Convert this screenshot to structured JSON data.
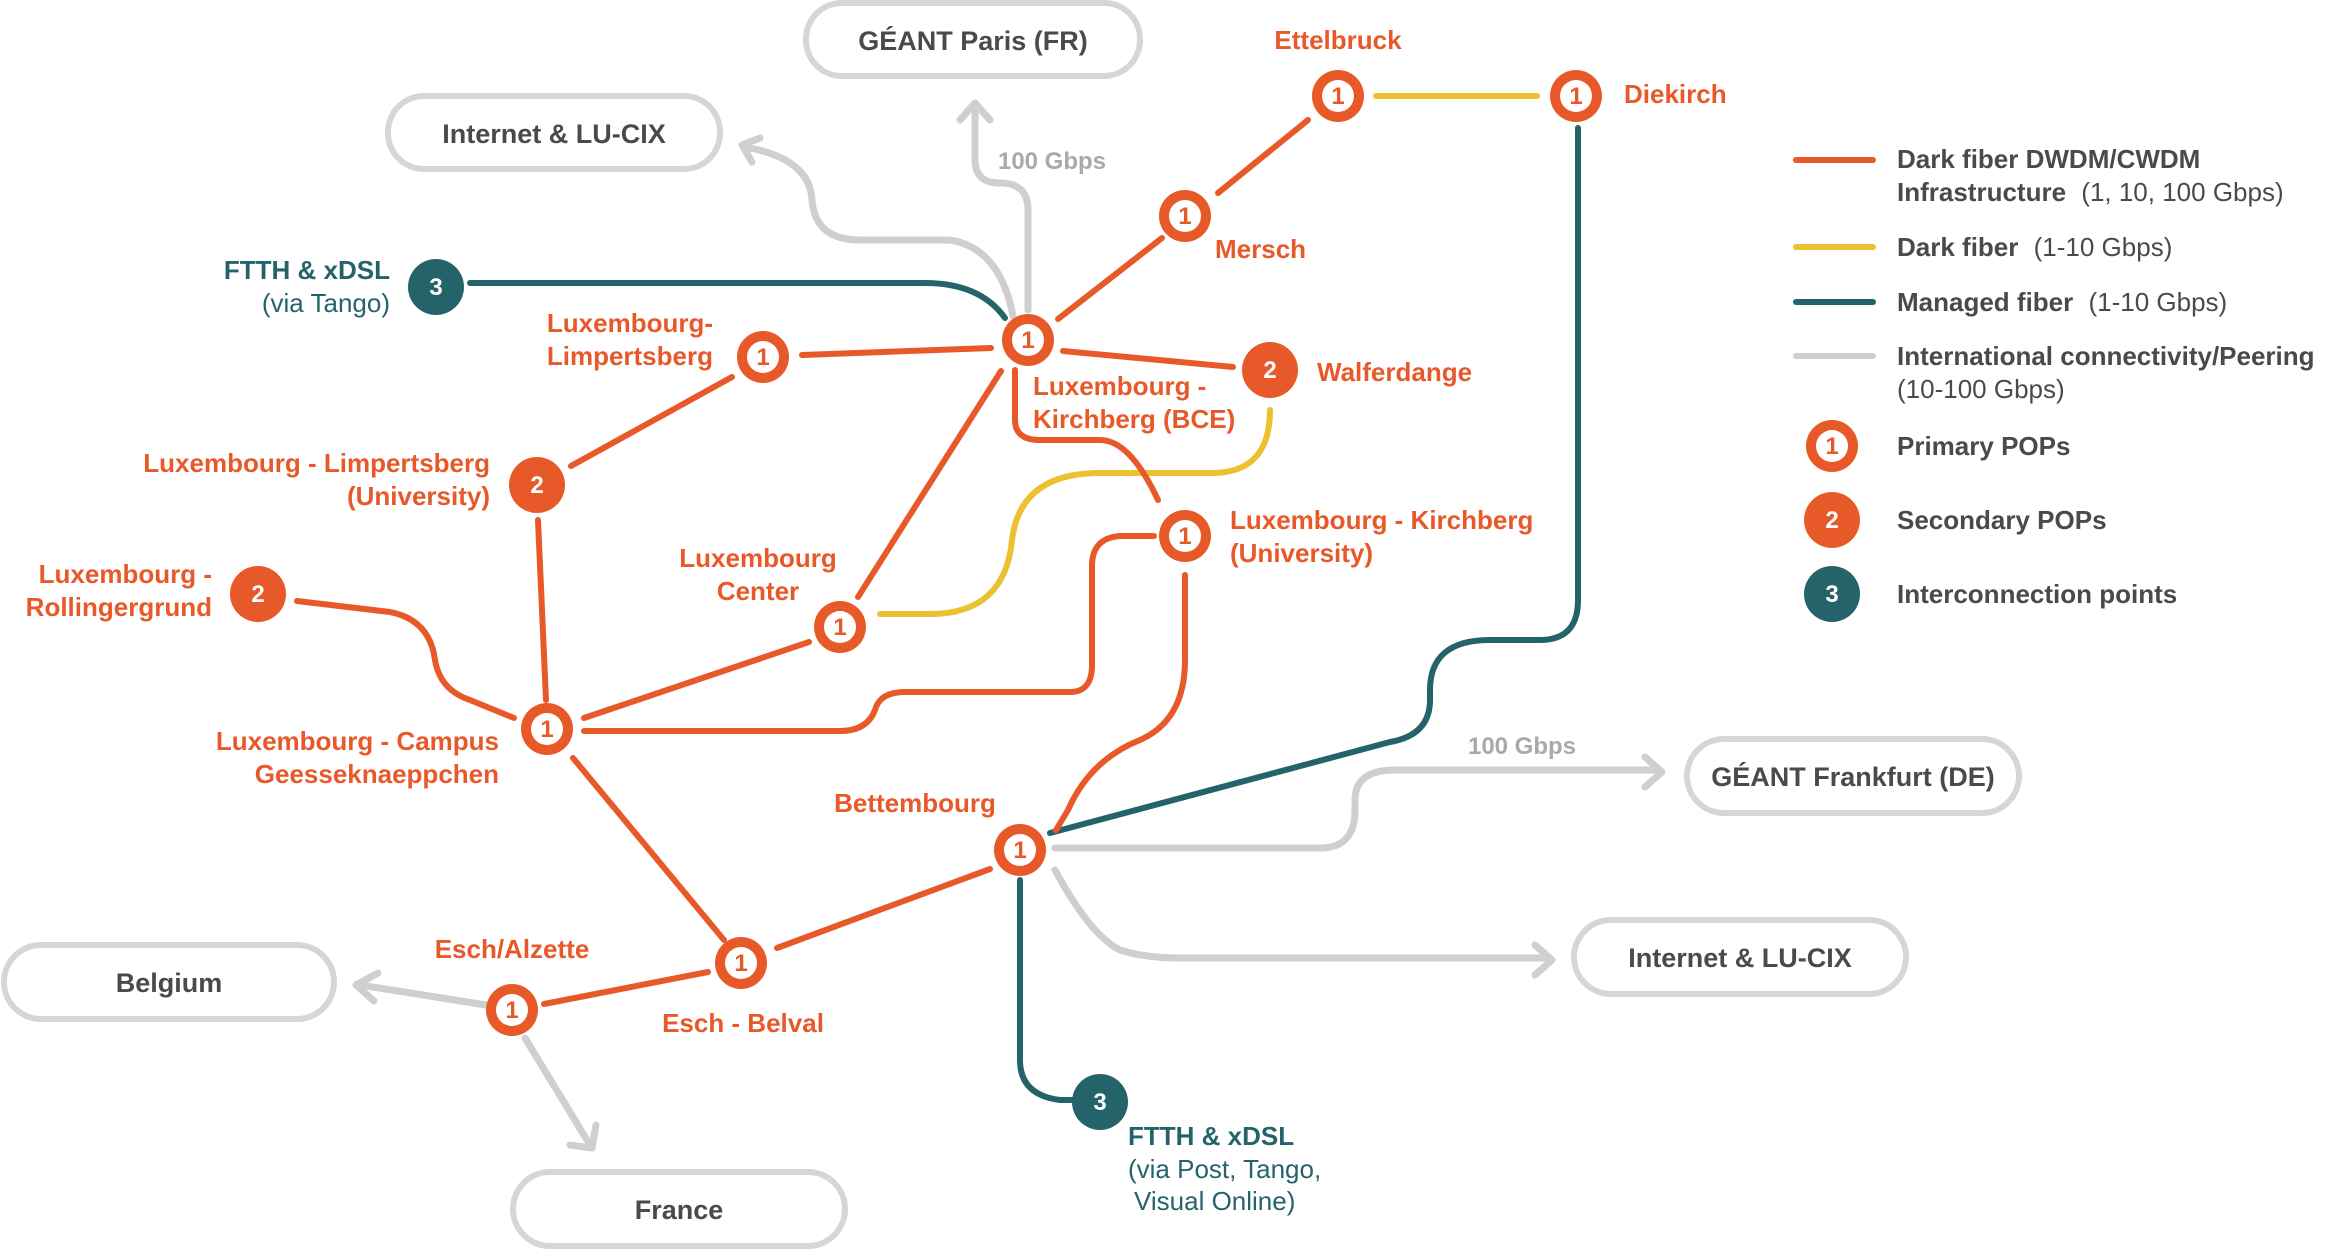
{
  "colors": {
    "dark_fiber_dwdm": "#e8592a",
    "dark_fiber": "#ecc130",
    "managed_fiber": "#25636a",
    "international": "#cfcfcf",
    "text_dark": "#4a4a4a"
  },
  "external_destinations": {
    "geant_paris": "GÉANT Paris (FR)",
    "internet_lucix_top": "Internet & LU-CIX",
    "geant_frankfurt": "GÉANT Frankfurt (DE)",
    "internet_lucix_bottom": "Internet & LU-CIX",
    "belgium": "Belgium",
    "france": "France"
  },
  "link_labels": {
    "paris_bandwidth": "100 Gbps",
    "frankfurt_bandwidth": "100 Gbps"
  },
  "nodes": {
    "ettelbruck": {
      "label": "Ettelbruck",
      "type": "1"
    },
    "diekirch": {
      "label": "Diekirch",
      "type": "1"
    },
    "mersch": {
      "label": "Mersch",
      "type": "1"
    },
    "kirchberg_bce": {
      "label_line1": "Luxembourg -",
      "label_line2": "Kirchberg (BCE)",
      "type": "1"
    },
    "walferdange": {
      "label": "Walferdange",
      "type": "2"
    },
    "limpertsberg": {
      "label_line1": "Luxembourg-",
      "label_line2": "Limpertsberg",
      "type": "1"
    },
    "limpertsberg_uni": {
      "label_line1": "Luxembourg - Limpertsberg",
      "label_line2": "(University)",
      "type": "2"
    },
    "rollingergrund": {
      "label_line1": "Luxembourg -",
      "label_line2": "Rollingergrund",
      "type": "2"
    },
    "center": {
      "label_line1": "Luxembourg",
      "label_line2": "Center",
      "type": "1"
    },
    "kirchberg_uni": {
      "label_line1": "Luxembourg - Kirchberg",
      "label_line2": "(University)",
      "type": "1"
    },
    "campus": {
      "label_line1": "Luxembourg - Campus",
      "label_line2": "Geesseknaeppchen",
      "type": "1"
    },
    "bettembourg": {
      "label": "Bettembourg",
      "type": "1"
    },
    "belval": {
      "label": "Esch - Belval",
      "type": "1"
    },
    "esch_alzette": {
      "label": "Esch/Alzette",
      "type": "1"
    },
    "ftth_top": {
      "label_line1": "FTTH & xDSL",
      "label_line2": "(via Tango)",
      "type": "3"
    },
    "ftth_bottom": {
      "label_line1": "FTTH & xDSL",
      "label_line2": "(via Post, Tango,",
      "label_line3": "Visual Online)",
      "type": "3"
    }
  },
  "legend": {
    "dwdm_line1": "Dark fiber DWDM/CWDM",
    "dwdm_line2_bold": "Infrastructure",
    "dwdm_line2_light": "(1, 10, 100 Gbps)",
    "dark_fiber_bold": "Dark fiber",
    "dark_fiber_light": "(1-10 Gbps)",
    "managed_bold": "Managed fiber",
    "managed_light": "(1-10 Gbps)",
    "international_line1": "International connectivity/Peering",
    "international_line2": "(10-100 Gbps)",
    "primary_num": "1",
    "primary_label": "Primary POPs",
    "secondary_num": "2",
    "secondary_label": "Secondary POPs",
    "interconnect_num": "3",
    "interconnect_label": "Interconnection points"
  }
}
